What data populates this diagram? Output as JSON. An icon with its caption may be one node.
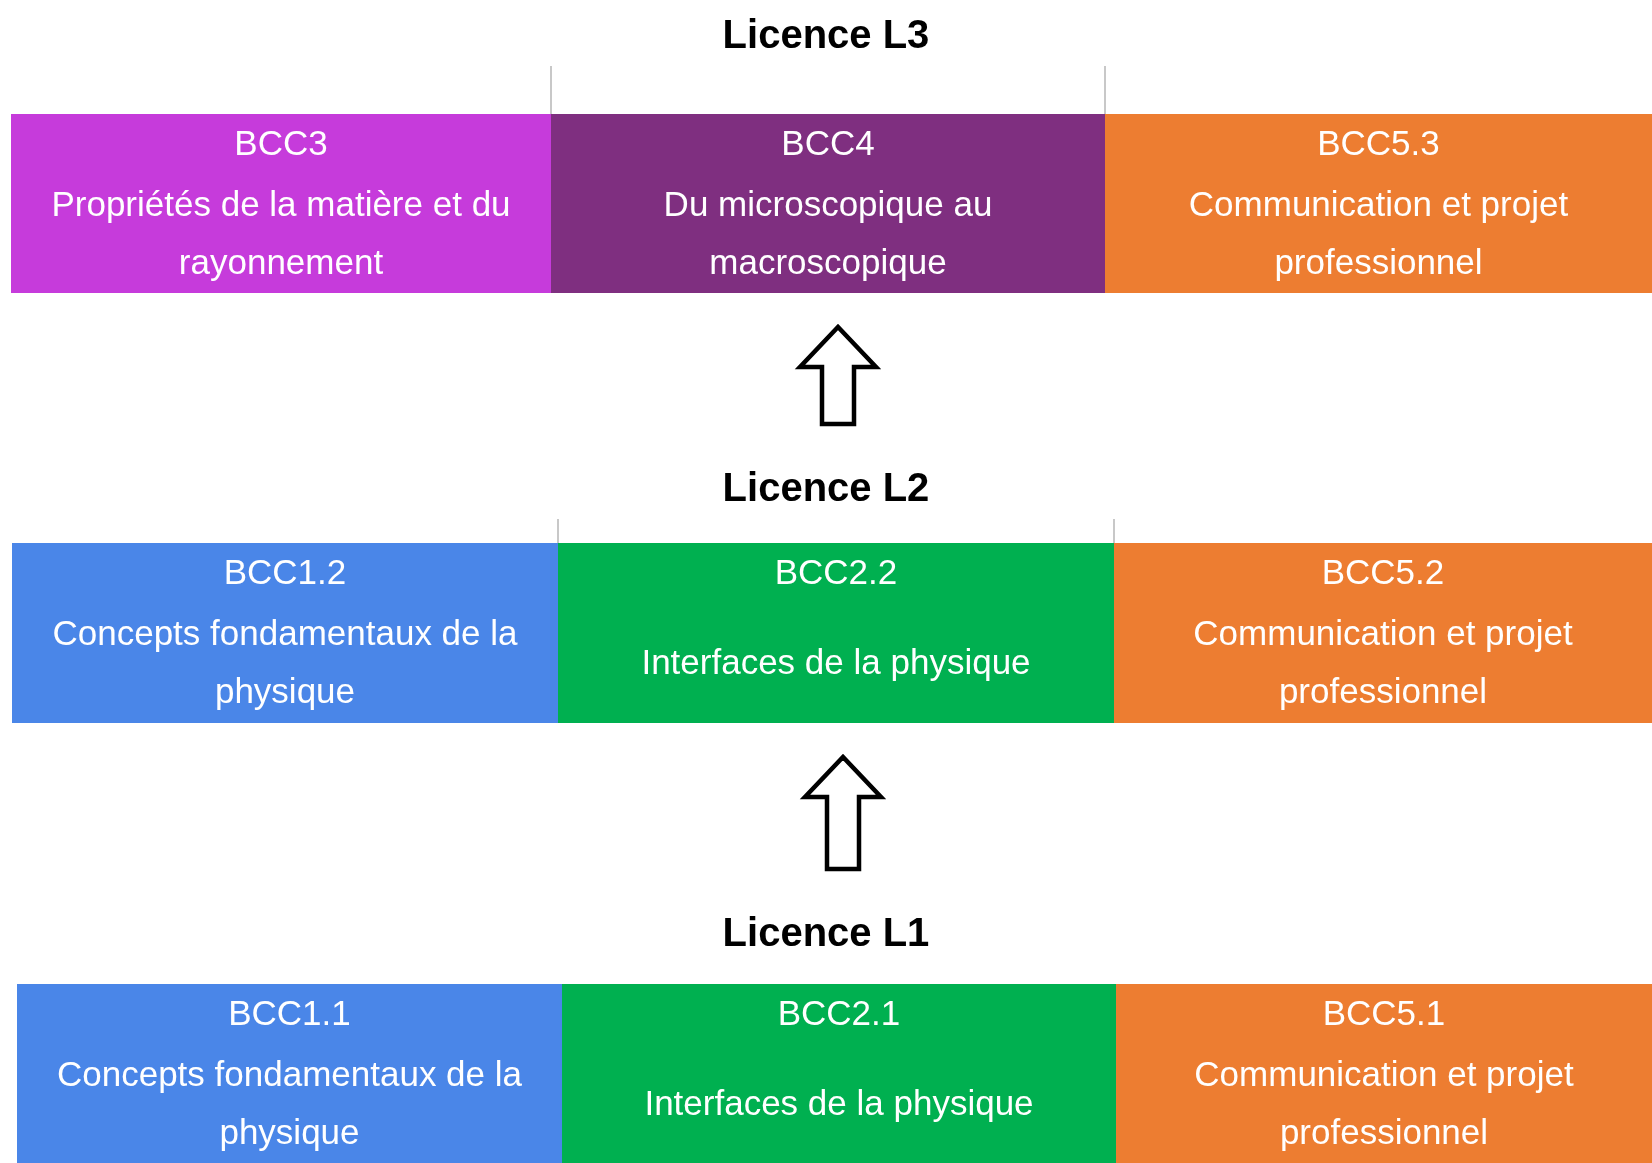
{
  "diagram": {
    "nodes": [
      {
        "text": [
          "Licence L3"
        ]
      },
      {
        "text": [
          "BCC3",
          "Propriétés de la matière et du rayonnement"
        ],
        "in": 0
      },
      {
        "text": [
          "BCC4",
          "Du microscopique au macroscopique"
        ],
        "in": 0
      },
      {
        "text": [
          "BCC5.3",
          "Communication et projet professionnel"
        ],
        "in": 0
      },
      {
        "text": [
          "Licence L2"
        ]
      },
      {
        "text": [
          "BCC1.2",
          "Concepts fondamentaux de la physique"
        ],
        "in": 4
      },
      {
        "text": [
          "BCC2.2",
          "Interfaces de la physique"
        ],
        "in": 4
      },
      {
        "text": [
          "BCC5.2",
          "Communication et projet professionnel"
        ],
        "in": 4
      },
      {
        "text": [
          "Licence L1"
        ]
      },
      {
        "text": [
          "BCC1.1",
          "Concepts fondamentaux de la physique"
        ],
        "in": 8
      },
      {
        "text": [
          "BCC2.1",
          "Interfaces de la physique"
        ],
        "in": 8
      },
      {
        "text": [
          "BCC5.1",
          "Communication et projet professionnel"
        ],
        "in": 8
      }
    ],
    "edges": [
      {
        "from": 4,
        "to": 0,
        "arrow": "to"
      },
      {
        "from": 8,
        "to": 4,
        "arrow": "to"
      }
    ]
  }
}
